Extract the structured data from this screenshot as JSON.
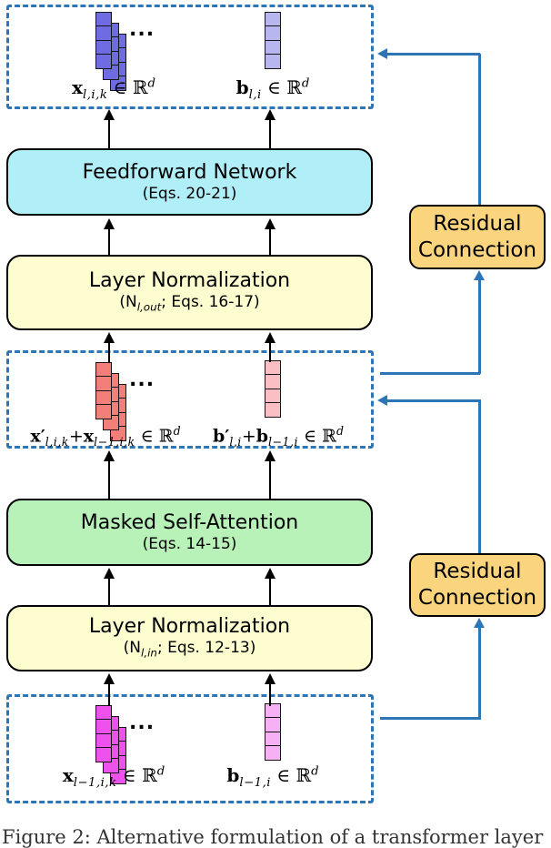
{
  "figure": {
    "caption_partial": "Figure 2: Alternative formulation of a transformer layer"
  },
  "colors": {
    "frame_blue": "#2e75b6",
    "feedforward_fill": "#b0eef8",
    "layernorm_fill": "#fdfdd0",
    "attention_fill": "#b8f2b8",
    "residual_fill": "#fbd47e",
    "x_output_fill": "#6e6ce0",
    "b_output_fill": "#b8b6ee",
    "x_summed_fill": "#f28078",
    "b_summed_fill": "#fbbec2",
    "x_input_fill": "#ee52ec",
    "b_input_fill": "#f8b0f4"
  },
  "blocks": {
    "feedforward": {
      "title": "Feedforward Network",
      "subtitle": "(Eqs. 20-21)"
    },
    "layernorm_out": {
      "title": "Layer Normalization",
      "subtitle_math": [
        [
          "t",
          "(N"
        ],
        [
          "s",
          "l,out"
        ],
        [
          "t",
          "; Eqs. 16-17)"
        ]
      ]
    },
    "masked_attention": {
      "title": "Masked Self-Attention",
      "subtitle": "(Eqs. 14-15)"
    },
    "layernorm_in": {
      "title": "Layer Normalization",
      "subtitle_math": [
        [
          "t",
          "(N"
        ],
        [
          "s",
          "l,in"
        ],
        [
          "t",
          "; Eqs. 12-13)"
        ]
      ]
    },
    "residual_top": {
      "line1": "Residual",
      "line2": "Connection"
    },
    "residual_bottom": {
      "line1": "Residual",
      "line2": "Connection"
    }
  },
  "tensors": {
    "output": {
      "dots": "...",
      "x_label": [
        [
          "v",
          "x"
        ],
        [
          "s",
          "l,i,k"
        ],
        [
          "t",
          " ∈ ℝ"
        ],
        [
          "p",
          "d"
        ]
      ],
      "b_label": [
        [
          "v",
          "b"
        ],
        [
          "s",
          "l,i"
        ],
        [
          "t",
          " ∈ ℝ"
        ],
        [
          "p",
          "d"
        ]
      ]
    },
    "summed": {
      "dots": "...",
      "x_label": [
        [
          "v",
          "x′"
        ],
        [
          "s",
          "l,i,k"
        ],
        [
          "t",
          "+"
        ],
        [
          "v",
          "x"
        ],
        [
          "s",
          "l−1,i,k"
        ],
        [
          "t",
          " ∈ ℝ"
        ],
        [
          "p",
          "d"
        ]
      ],
      "b_label": [
        [
          "v",
          "b′"
        ],
        [
          "s",
          "l,i"
        ],
        [
          "t",
          "+"
        ],
        [
          "v",
          "b"
        ],
        [
          "s",
          "l−1,i"
        ],
        [
          "t",
          " ∈ ℝ"
        ],
        [
          "p",
          "d"
        ]
      ]
    },
    "input": {
      "dots": "...",
      "x_label": [
        [
          "v",
          "x"
        ],
        [
          "s",
          "l−1,i,k"
        ],
        [
          "t",
          " ∈ ℝ"
        ],
        [
          "p",
          "d"
        ]
      ],
      "b_label": [
        [
          "v",
          "b"
        ],
        [
          "s",
          "l−1,i"
        ],
        [
          "t",
          " ∈ ℝ"
        ],
        [
          "p",
          "d"
        ]
      ]
    }
  }
}
